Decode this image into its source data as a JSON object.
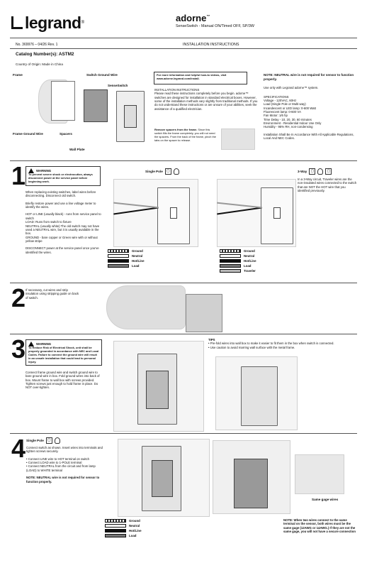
{
  "header": {
    "logo_text": "legrand",
    "logo_reg": "®",
    "product": "adorne",
    "product_tm": "™",
    "subtitle": "SenseSwitch - Manual ON/Timed OFF, SP/3W",
    "doc_no": "No. 369976 – 04/26  Rev. 1",
    "instructions_title": "INSTALLATION INSTRUCTIONS"
  },
  "catalog": {
    "label": "Catalog Number(s): ASTM2",
    "origin": "Country of Origin: Made in China"
  },
  "parts_diagram": {
    "frame": "Frame",
    "switch_ground_wire": "Switch Ground Wire",
    "senseswitch": "SenseSwitch",
    "frame_ground_wire": "Frame Ground Wire",
    "spacers": "Spacers",
    "wall_plate": "Wall Plate"
  },
  "info_box": "For more information and helpful how-to videos, visit www.adorne.legrand.com/install.",
  "install_instructions": {
    "title": "INSTALLATION INSTRUCTIONS",
    "body": "Please read these instructions completely before you begin. adorne™ switches are designed for installation in standard electrical boxes. However, some of the installation methods vary slightly from traditional methods. If you do not understand these instructions or are unsure of your abilities, seek the assistance of a qualified electrician."
  },
  "spacers_note": {
    "bold": "Remove spacers from the frame.",
    "body": " Since this switch fills the frame completely, you will not need the spacers. From the back of the frame, pinch the tabs on the spacer to release."
  },
  "right_col": {
    "neutral_note": "NOTE: NEUTRAL wire is not required for sensor to function properly.",
    "use_only": "Use only with Legrand adorne™ system.",
    "spec_title": "SPECIFICATIONS",
    "specs": [
      "Voltage - 120VAC, 60Hz",
      "Load (Single Pole or Multi-way)",
      "Incandescent or LED lamp: 0-600 Watt",
      "Fluorescent lamp: 0-600 VA",
      "Fan Motor: 1/6 hp",
      "Time Delay - 10, 20, 30, 60 minutes",
      "Environment - Residential Indoor Use Only",
      "Humidity - 95% RH, non-condensing"
    ],
    "install_note": "Installation Shall Be In Accordance With All Applicable Regulations, Local And NEC Codes."
  },
  "step1": {
    "num": "1",
    "warning_title": "WARNING",
    "warning_body": "To prevent severe shock or electrocution, always disconnect power at the service panel before beginning work.",
    "para1": "When replacing existing switches, label wires before disconnecting. Disconnect old switch.",
    "para2": "Briefly restore power and use a line voltage meter to identify the wires.",
    "para3": "HOT or LINE (usually black) - runs from service panel to switch",
    "para4": "LOAD: Runs from switch to fixture",
    "para5": "NEUTRAL (usually white) The old switch may not have used a NEUTRAL wire, but it is usually available in the box.",
    "para6": "GROUND - bare copper or Green wire with or without yellow stripe",
    "para7": "DISCONNECT power at the service panel once you've identified the wires.",
    "single_pole": "Single Pole",
    "three_way": "3-Way",
    "three_way_note": "In a 3-Way circuit, Traveler wires are the non-insulated wires connected to the switch that are NOT the HOT wire that you identified previously.",
    "legend_left": [
      "Ground",
      "Neutral",
      "Hot/Line",
      "Load"
    ],
    "legend_right": [
      "Ground",
      "Neutral",
      "Hot/Line",
      "Load",
      "Traveler"
    ]
  },
  "step2": {
    "num": "2",
    "text": "If necessary, cut wires and strip insulation using stripping guide on back of switch."
  },
  "step3": {
    "num": "3",
    "warning_title": "WARNING",
    "warning_body": "To Reduce Risk of Electrical Shock, unit shall be properly grounded in accordance with NEC and Local Codes. Failure to connect the ground wire will result in an unsafe installation that could lead to personal injury.",
    "text": "Connect frame ground wire and switch ground wire to bare ground wire in box. Fold ground wires into back of box. Mount frame to wall box with screws provided. Tighten screws just enough to hold frame in place. Do NOT over-tighten.",
    "tips_title": "TIPS",
    "tips": [
      "Pre-fold wires into wall box to make it easier to fit them in the box when switch is connected.",
      "Use caution to avoid marring wall surface with the metal frame."
    ]
  },
  "step4": {
    "num": "4",
    "single_pole": "Single Pole",
    "intro": "Connect switch as shown. Insert wires into terminals and tighten screws securely.",
    "bullets": [
      "Connect LINE wire to HOT terminal on switch",
      "Connect LOAD wire to 1-POLE terminal",
      "Connect NEUTRAL from the circuit and from lamp (LOAD) to WHITE terminal"
    ],
    "neutral_note": "NOTE: NEUTRAL wire is not required for sensor to function properly.",
    "legend": [
      "Ground",
      "Neutral",
      "Hot/Line",
      "Load"
    ],
    "same_gauge": "Same gage wires",
    "gauge_note": "NOTE: When two wires connect to the same terminal on the sensor, both wires must be the same gage (12AWG or 14AWG.) If they are not the same gage, you will not have a secure connection"
  }
}
